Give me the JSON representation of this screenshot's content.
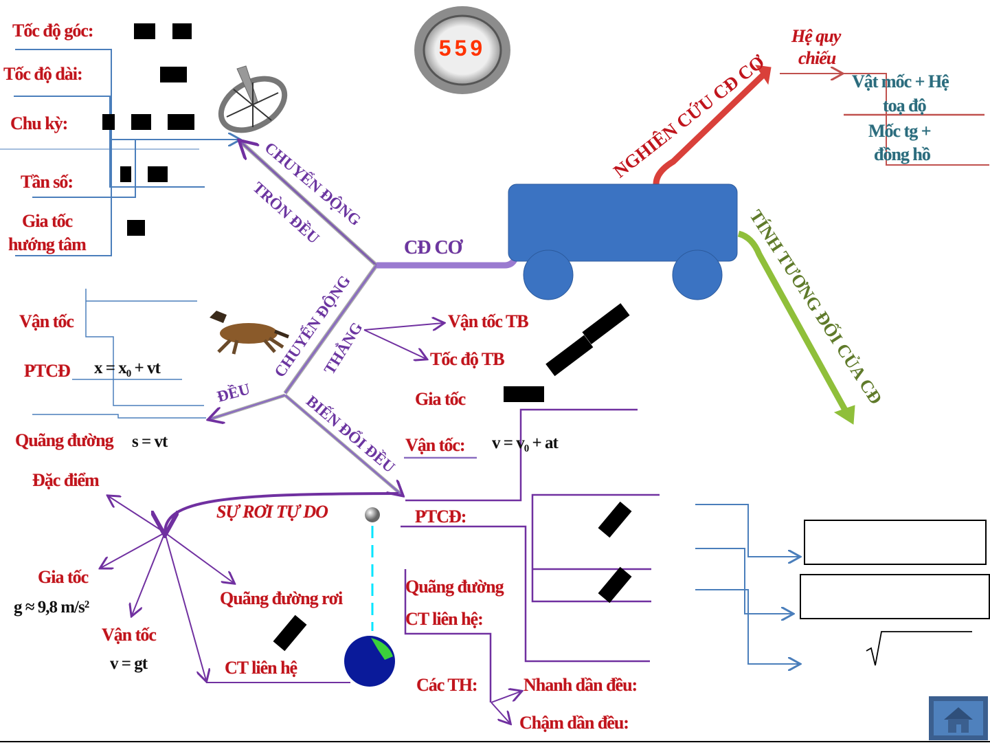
{
  "counter": {
    "value": "559"
  },
  "central": {
    "label": "CĐ CƠ"
  },
  "branches": {
    "nghien_cuu": "NGHIÊN CỨU CĐ CƠ",
    "tuong_doi": "TÍNH TƯƠNG ĐỐI CỦA CĐ",
    "tron_deu_1": "CHUYỂN ĐỘNG",
    "tron_deu_2": "TRÒN ĐỀU",
    "thang_1": "CHUYỂN ĐỘNG",
    "thang_2": "THẲNG",
    "deu": "ĐỀU",
    "bien_doi_deu": "BIẾN ĐỔI ĐỀU",
    "roi_tu_do": "SỰ RƠI TỰ DO"
  },
  "he_quy_chieu": {
    "title_1": "Hệ quy",
    "title_2": "chiếu",
    "item1_1": "Vật mốc + Hệ",
    "item1_2": "toạ độ",
    "item2_1": "Mốc tg  +",
    "item2_2": "đồng hồ"
  },
  "tron_deu": {
    "toc_do_goc": "Tốc độ góc:",
    "toc_do_dai": "Tốc độ dài:",
    "chu_ky": "Chu kỳ:",
    "tan_so": "Tần số:",
    "gia_toc_1": "Gia tốc",
    "gia_toc_2": "hướng tâm"
  },
  "thang_deu": {
    "van_toc": "Vận tốc",
    "ptcd": "PTCĐ",
    "ptcd_formula": "x = x₀ + vt",
    "quang_duong": "Quãng đường",
    "quang_duong_formula": "s = vt"
  },
  "chuyen_dong_thang": {
    "van_toc_tb": "Vận tốc TB",
    "toc_do_tb": "Tốc độ TB"
  },
  "bien_doi_deu": {
    "gia_toc": "Gia tốc",
    "van_toc": "Vận tốc:",
    "van_toc_formula": "v = v₀ + at",
    "ptcd": "PTCĐ:",
    "quang_duong": "Quãng đường",
    "ct_lien_he": "CT liên hệ:",
    "cac_th": "Các TH:",
    "nhanh_dan_deu": "Nhanh dần đều:",
    "cham_dan_deu": "Chậm dần đều:"
  },
  "roi_tu_do": {
    "dac_diem": "Đặc điểm",
    "gia_toc": "Gia tốc",
    "gia_toc_formula": "g ≈ 9,8 m/s²",
    "van_toc": "Vận tốc",
    "van_toc_formula": "v = gt",
    "quang_duong": "Quãng đường  rơi",
    "ct_lien_he": "CT liên hệ"
  },
  "colors": {
    "red": "#c0141c",
    "purple": "#7030a0",
    "blue_line": "#4a7ebb",
    "car": "#3b73c2",
    "green_arrow": "#8fbf3a"
  },
  "icons": {
    "home": "home-icon",
    "sqrt": "square-root-symbol"
  }
}
